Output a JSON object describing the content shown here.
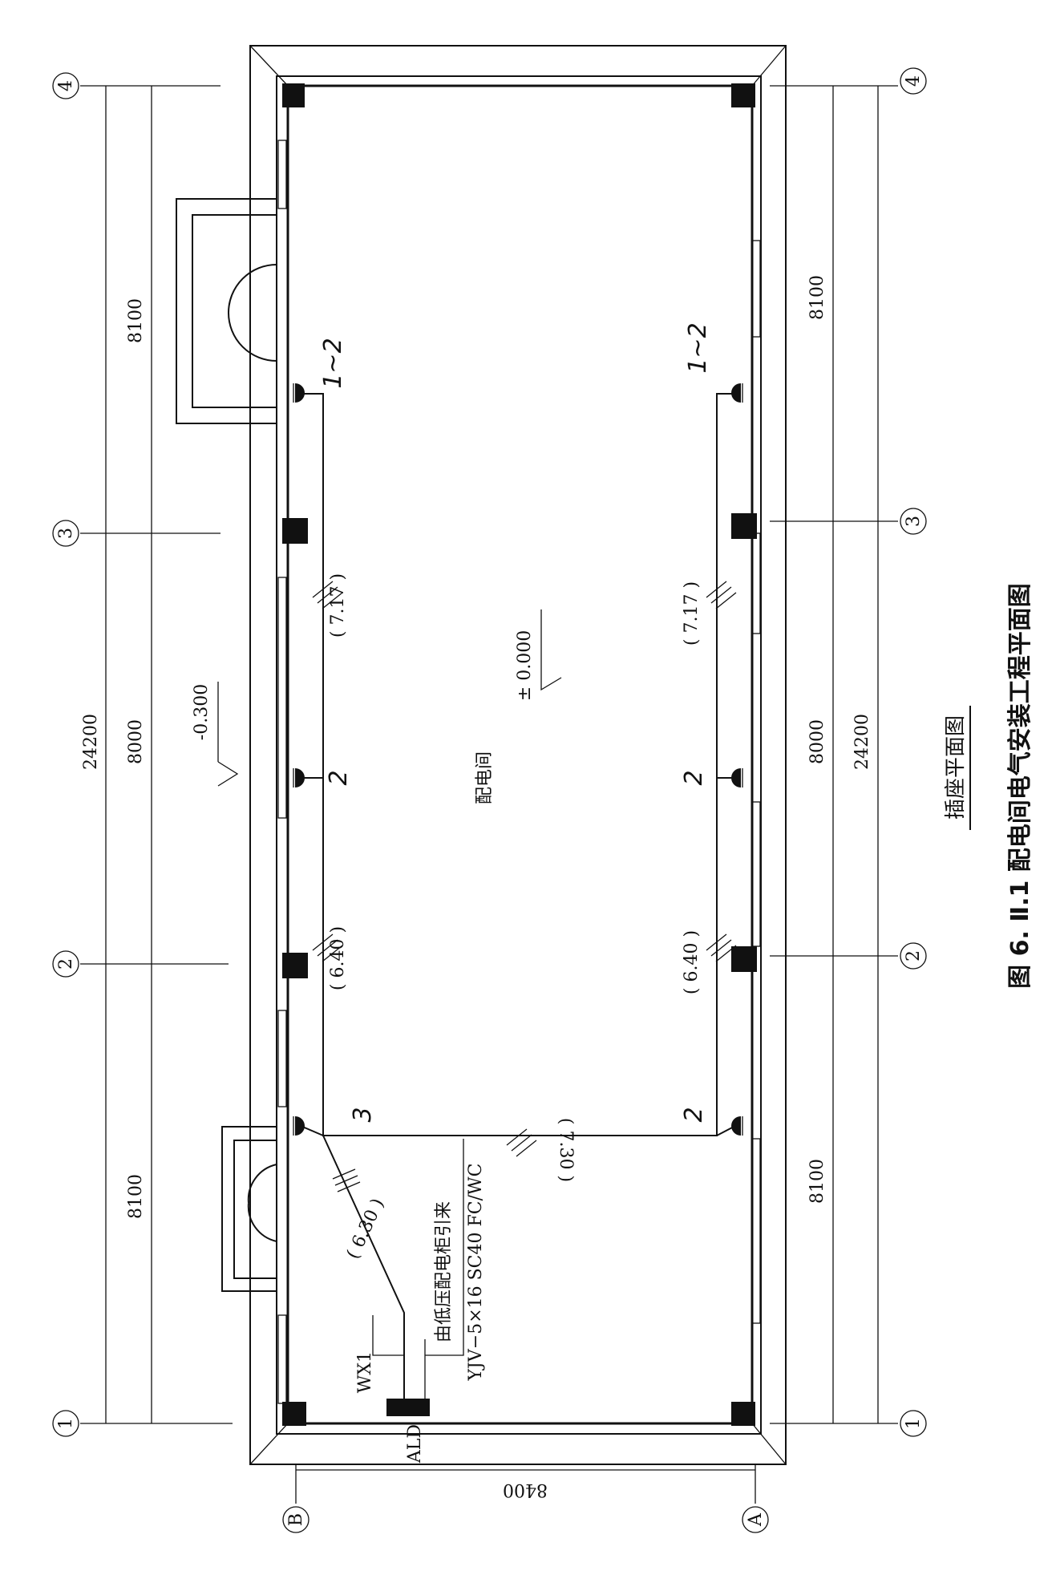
{
  "title": {
    "subtitle": "插座平面图",
    "caption": "图 6. Ⅱ.1  配电间电气安装工程平面图"
  },
  "axes": {
    "numbered": [
      "1",
      "2",
      "3",
      "4"
    ],
    "lettered": [
      "A",
      "B"
    ]
  },
  "dimensions": {
    "left_total": "24200",
    "left_middle": "8000",
    "left_top": "8100",
    "left_bottom": "8100",
    "right_total": "24200",
    "right_middle": "8000",
    "right_top": "8100",
    "right_bottom": "8100",
    "width": "8400"
  },
  "levels": {
    "outside": "-0.300",
    "inside": "± 0.000"
  },
  "room_name": "配电间",
  "wiring": {
    "left_upper": "( 7.17 )",
    "left_lower": "( 6.40 )",
    "right_upper": "( 7.17 )",
    "right_lower": "( 6.40 )",
    "cross": "( 7.30 )",
    "feeder": "( 6.30 )",
    "circuit": "WX1",
    "panel": "ALD",
    "source_note": "由低压配电柜引来",
    "cable_spec": "YJV−5×16 SC40 FC/WC"
  },
  "handwritten": {
    "left_top": "1~2",
    "right_top": "1~2",
    "left_mid": "2",
    "right_mid": "2",
    "left_bottom": "3",
    "right_bottom": "2"
  }
}
